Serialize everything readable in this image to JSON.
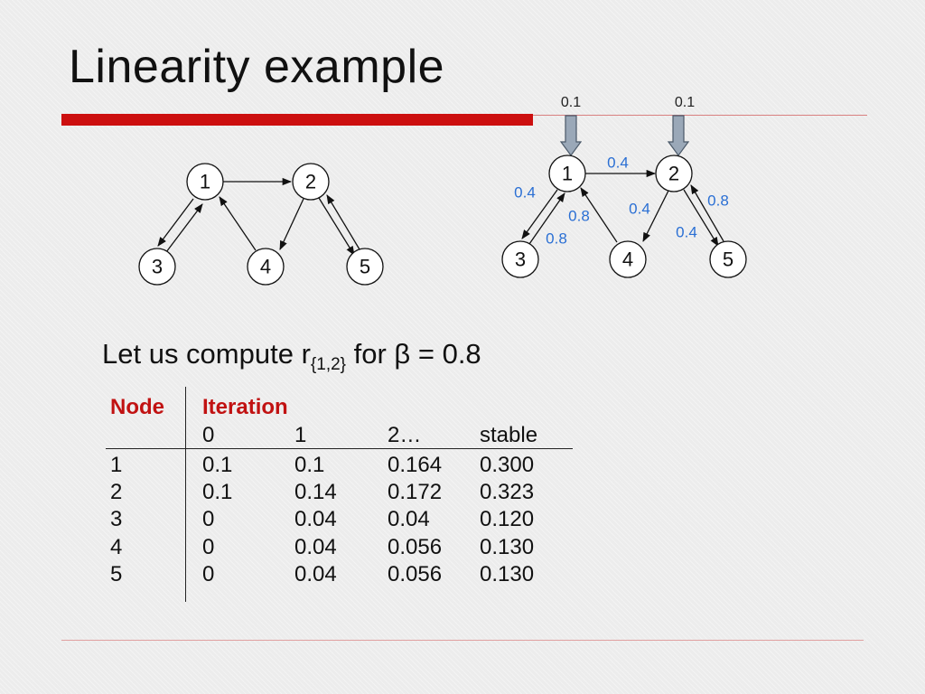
{
  "title": "Linearity example",
  "graph_left": {
    "nodes": [
      "1",
      "2",
      "3",
      "4",
      "5"
    ]
  },
  "graph_right": {
    "nodes": [
      "1",
      "2",
      "3",
      "4",
      "5"
    ],
    "teleport": [
      "0.1",
      "0.1"
    ],
    "edge_weights": {
      "w_1_2": "0.4",
      "w_1_3": "0.4",
      "w_3_1": "0.8",
      "w_4_1": "0.8",
      "w_2_4": "0.4",
      "w_2_5": "0.4",
      "w_5_2": "0.8"
    }
  },
  "subtitle": {
    "lead": "Let us compute r",
    "subscript": "{1,2}",
    "trail": " for β = 0.8"
  },
  "table": {
    "col_header": "Node",
    "group_header": "Iteration",
    "iteration_headers": [
      "0",
      "1",
      "2…",
      "stable"
    ],
    "rows": [
      [
        "1",
        "0.1",
        "0.1",
        "0.164",
        "0.300"
      ],
      [
        "2",
        "0.1",
        "0.14",
        "0.172",
        "0.323"
      ],
      [
        "3",
        "0",
        "0.04",
        "0.04",
        "0.120"
      ],
      [
        "4",
        "0",
        "0.04",
        "0.056",
        "0.130"
      ],
      [
        "5",
        "0",
        "0.04",
        "0.056",
        "0.130"
      ]
    ]
  }
}
